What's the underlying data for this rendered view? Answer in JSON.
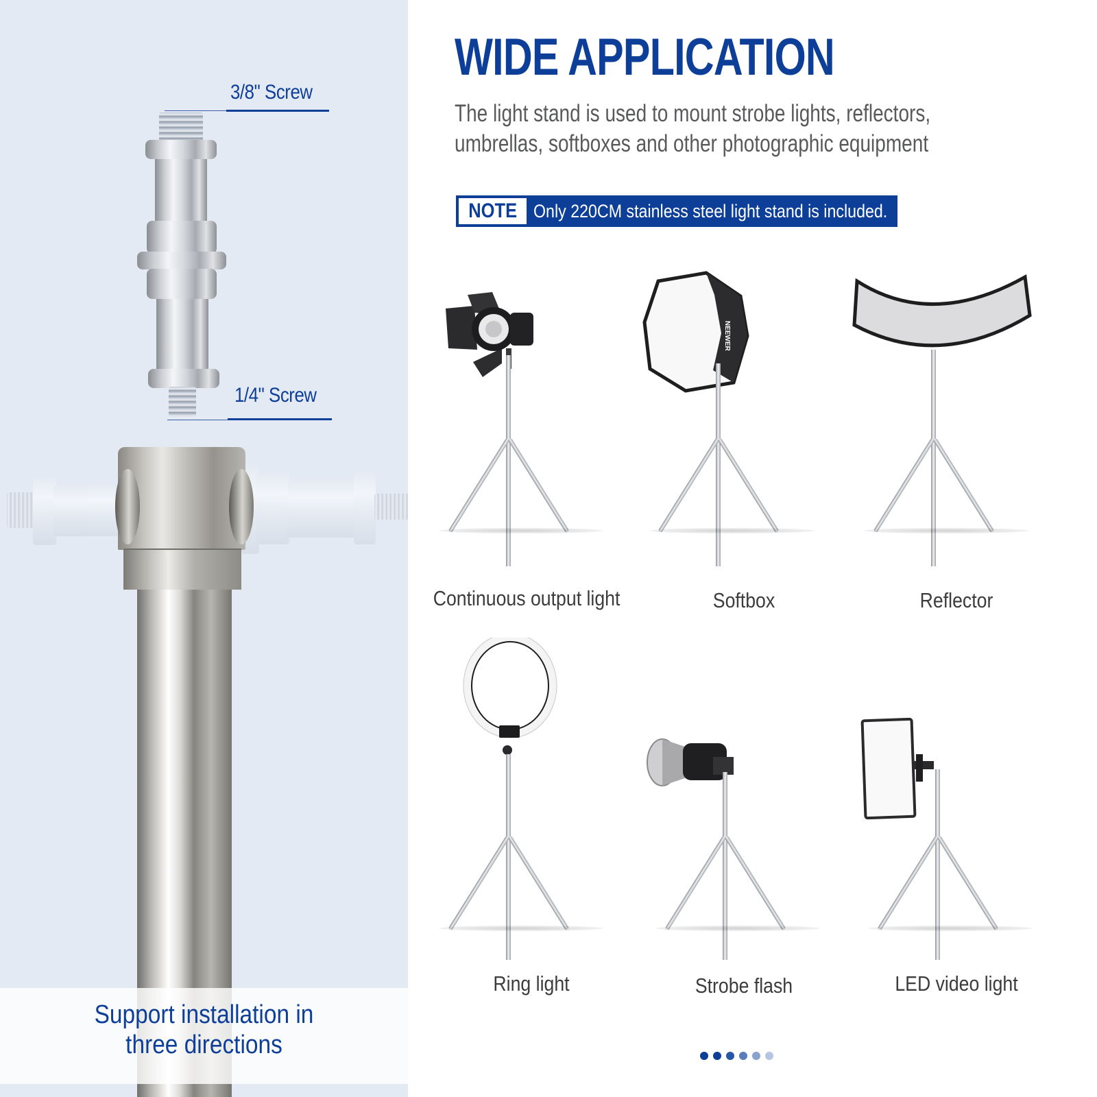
{
  "left_panel": {
    "top_screw_label": "3/8\" Screw",
    "bottom_screw_label": "1/4\" Screw",
    "caption_line1": "Support installation in",
    "caption_line2": "three directions",
    "background_color": "#e3eaf4"
  },
  "header": {
    "title": "WIDE APPLICATION",
    "subtitle_line1": "The light stand is used to mount strobe lights, reflectors,",
    "subtitle_line2": "umbrellas, softboxes and other photographic equipment"
  },
  "note": {
    "badge": "NOTE",
    "text": "Only 220CM stainless steel light stand is included."
  },
  "applications": [
    {
      "label": "Continuous output light",
      "icon": "fresnel-light-with-barndoors-icon"
    },
    {
      "label": "Softbox",
      "icon": "octagonal-softbox-icon",
      "brand": "NEEWER"
    },
    {
      "label": "Reflector",
      "icon": "curved-reflector-icon"
    },
    {
      "label": "Ring light",
      "icon": "ring-light-icon"
    },
    {
      "label": "Strobe flash",
      "icon": "strobe-flash-icon"
    },
    {
      "label": "LED video light",
      "icon": "led-panel-icon"
    }
  ],
  "pagination": {
    "count": 6,
    "colors": [
      "#0e3f98",
      "#0e3f98",
      "#2a56a8",
      "#5a7cbd",
      "#8aa2d0",
      "#b5c5e2"
    ]
  },
  "colors": {
    "accent": "#0e3f98",
    "subtitle": "#58595b",
    "label": "#3c3c3c"
  }
}
